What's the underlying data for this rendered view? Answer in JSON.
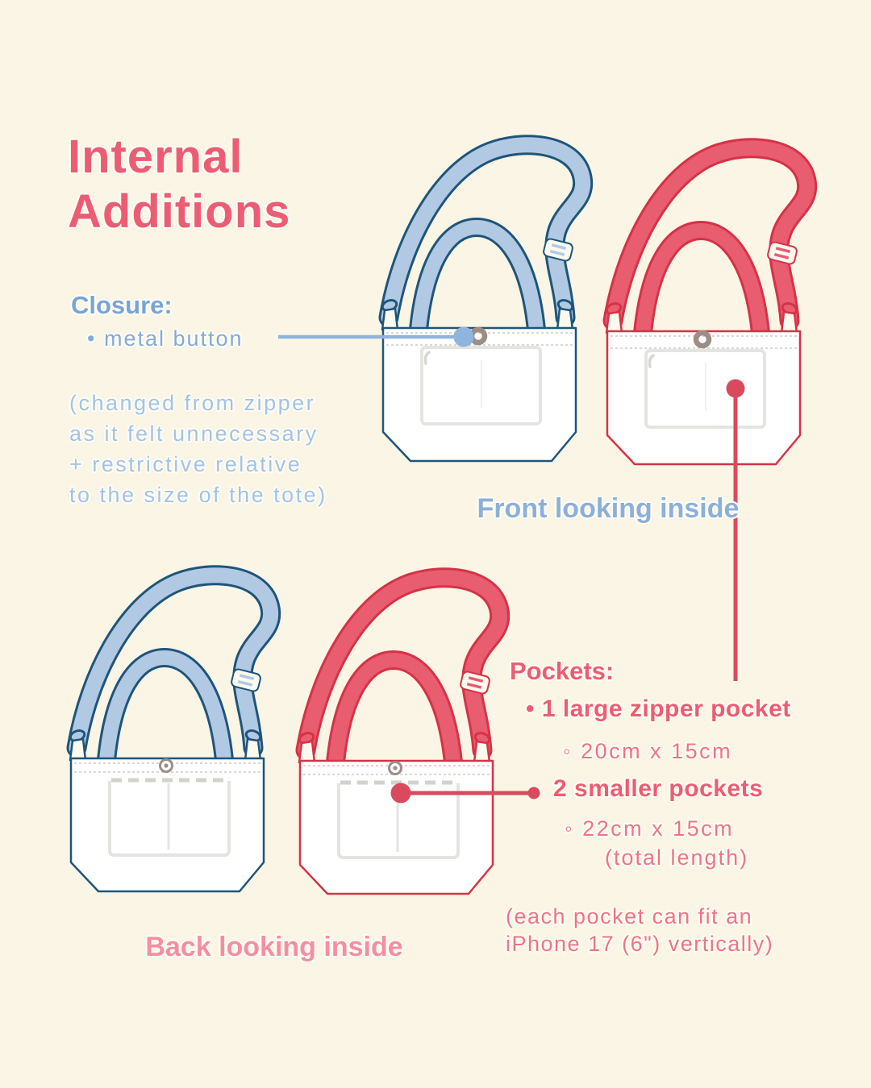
{
  "page": {
    "title": "Internal\nAdditions"
  },
  "closure": {
    "heading": "Closure:",
    "item": "• metal button",
    "note": "(changed from zipper\nas it felt unnecessary\n+ restrictive relative\nto the size of the tote)"
  },
  "labels": {
    "front": "Front looking inside",
    "back": "Back looking inside"
  },
  "pockets": {
    "heading": "Pockets:",
    "large": "• 1 large zipper pocket",
    "large_size": "◦ 20cm x 15cm",
    "small": "2 smaller pockets",
    "small_size": "◦ 22cm x 15cm",
    "small_size_note": "(total length)",
    "fit_note": "(each pocket can fit an\niPhone 17 (6\") vertically)"
  },
  "illustrations": {
    "top_left": "tote-front-view-blue",
    "top_right": "tote-front-view-red",
    "bottom_left": "tote-back-view-blue",
    "bottom_middle": "tote-back-view-red"
  },
  "colors": {
    "background": "#fbf5e5",
    "title": "#ec5d73",
    "blue_heading": "#78a5d6",
    "blue_text": "#82abda",
    "blue_note": "#a2c3e8",
    "front_label": "#8cb0da",
    "back_label": "#f78da1",
    "red_heading": "#ec5d72",
    "red_text": "#ee7485",
    "blue_strap": "#b2c9e4",
    "blue_outline": "#1e557a",
    "red_strap": "#e85d6f",
    "red_outline": "#d63246",
    "metal": "#9c8d85",
    "pocket": "#e4e4e0",
    "stitch": "#cbcbc6",
    "connector_blue": "#8fb4dd",
    "connector_red": "#d94a5e"
  }
}
